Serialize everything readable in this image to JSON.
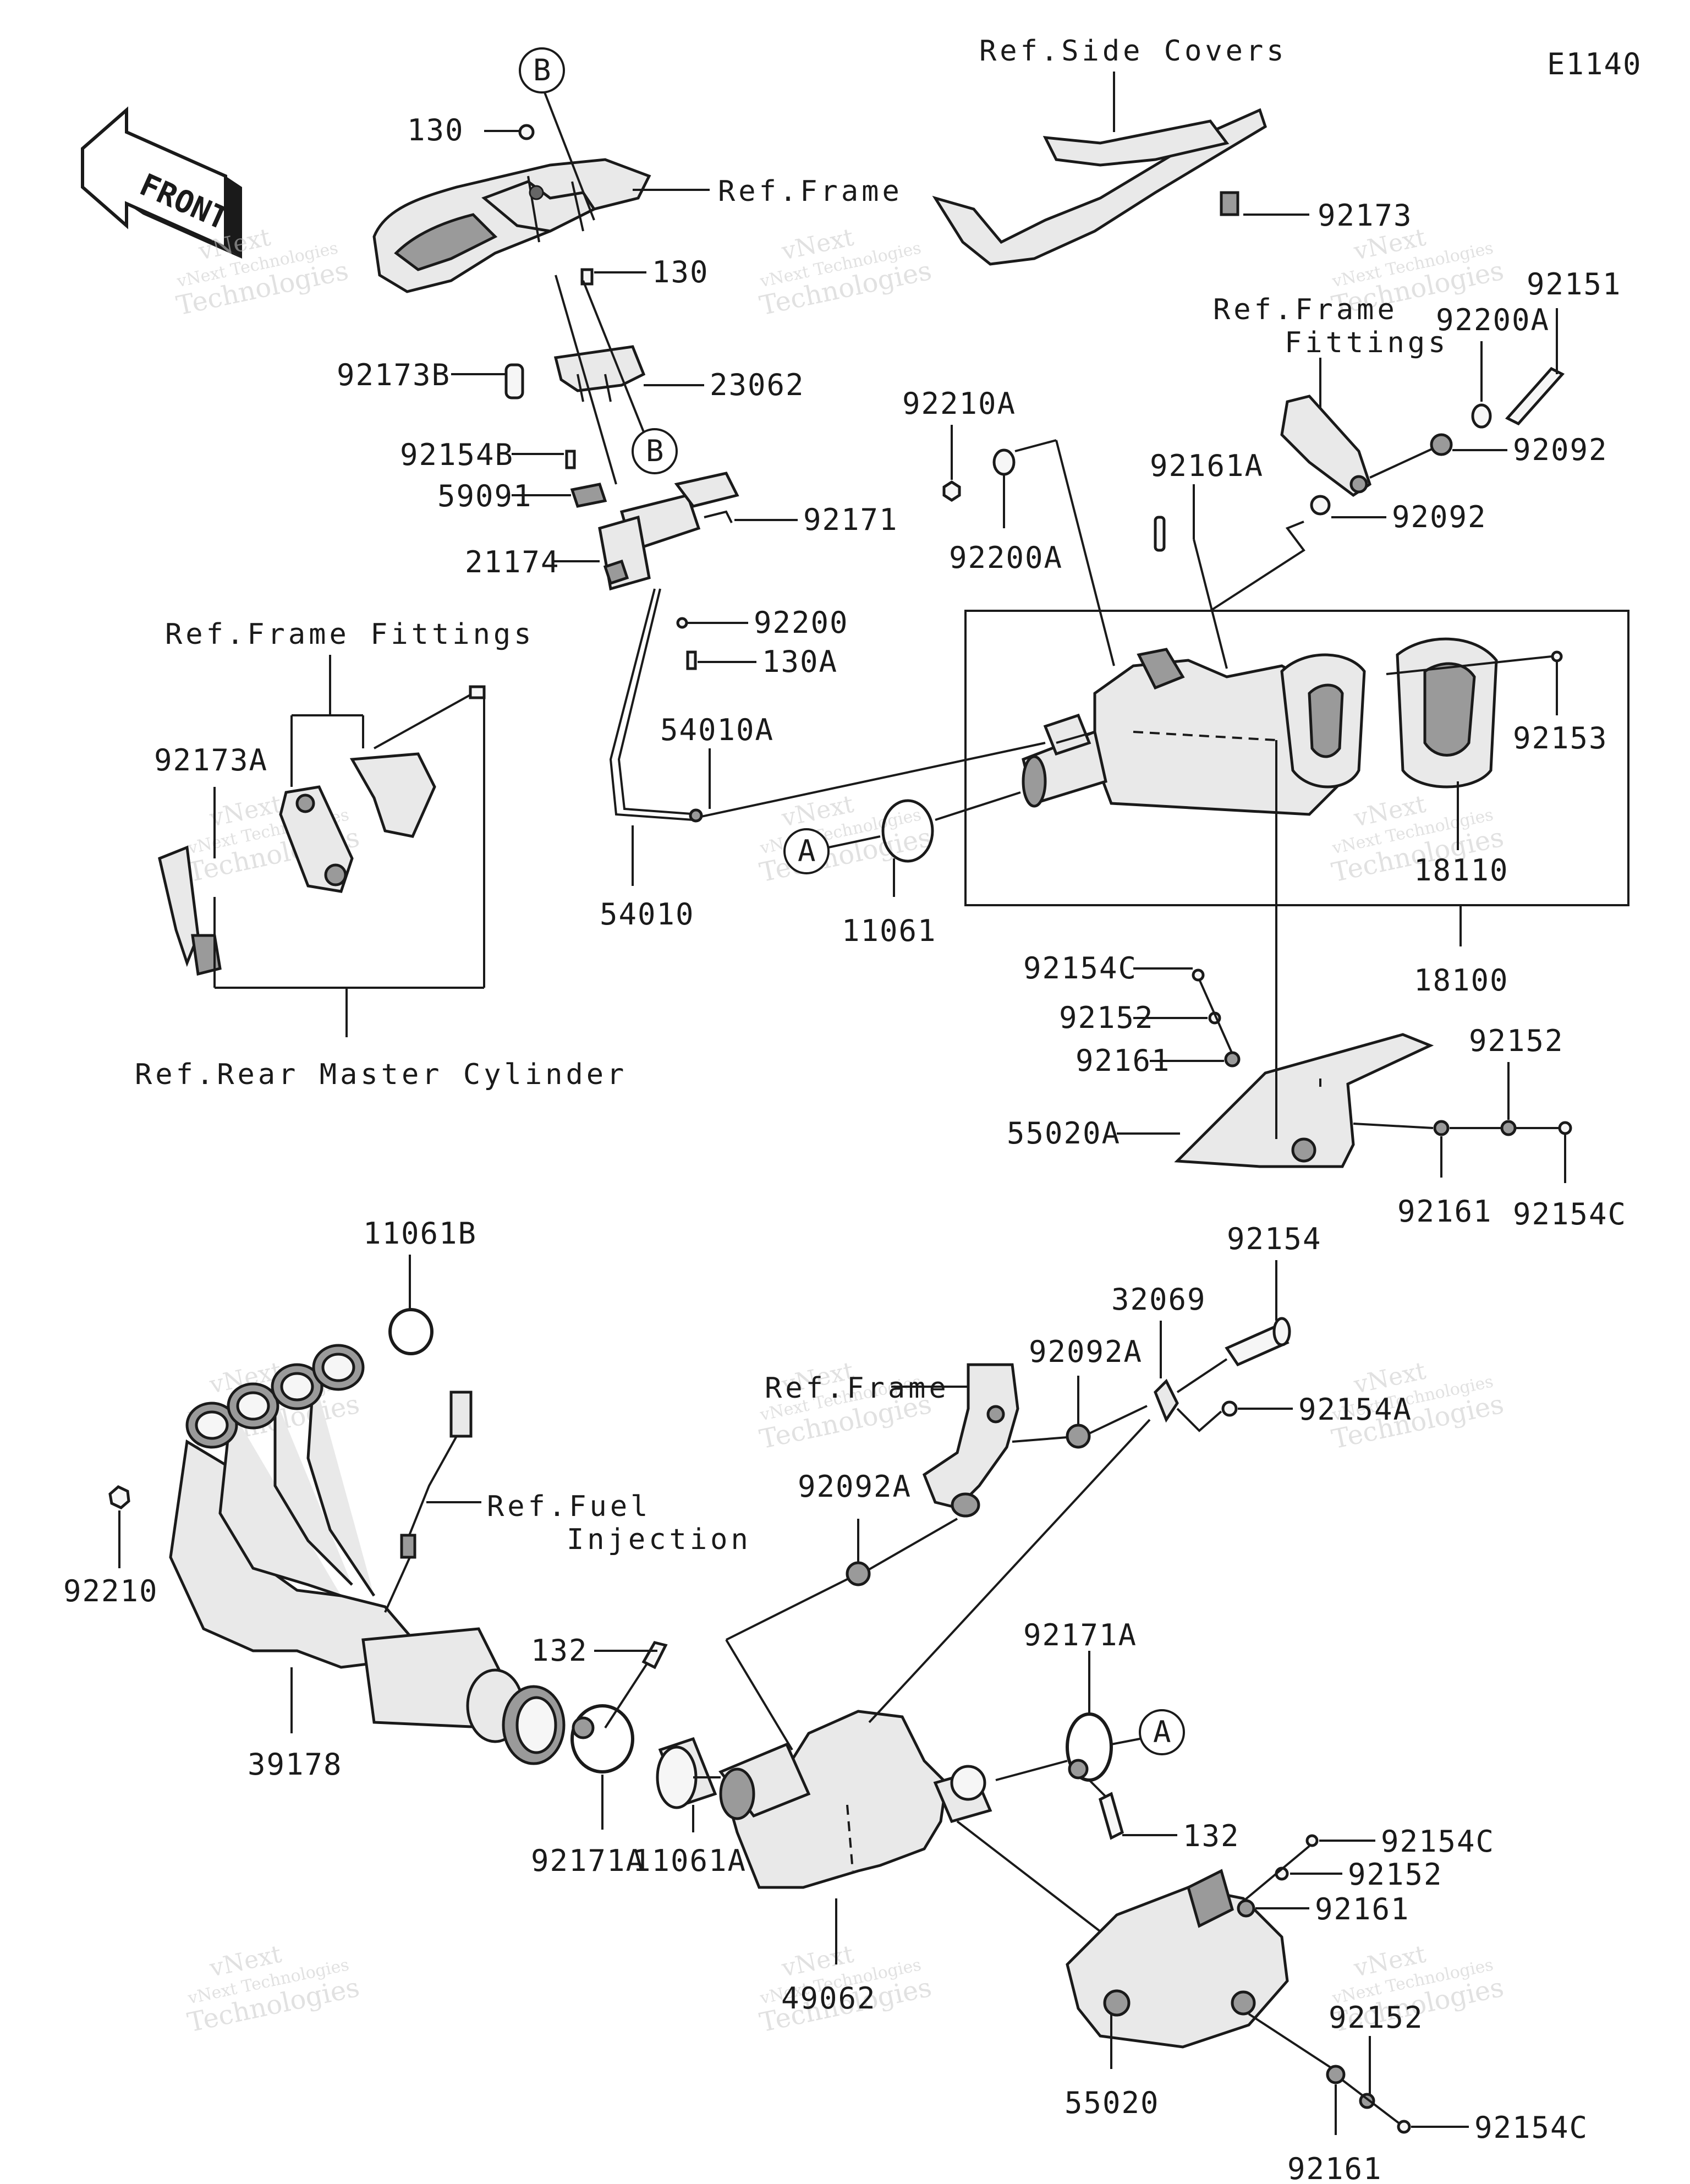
{
  "diagram_code": "E1140",
  "front_label": "FRONT",
  "refs": {
    "side_covers": "Ref.Side Covers",
    "frame": "Ref.Frame",
    "frame_fittings_right": [
      "Ref.Frame",
      "Fittings"
    ],
    "frame_fittings_left": "Ref.Frame Fittings",
    "rear_master_cylinder": "Ref.Rear Master Cylinder",
    "frame_lower": "Ref.Frame",
    "fuel_injection": [
      "Ref.Fuel",
      "Injection"
    ]
  },
  "callouts": {
    "B": "B",
    "A": "A"
  },
  "parts": {
    "p130_top": "130",
    "p130_mid": "130",
    "p92173_top": "92173",
    "p92173B": "92173B",
    "p23062": "23062",
    "p92154B": "92154B",
    "p59091": "59091",
    "p92171": "92171",
    "p21174": "21174",
    "p92200": "92200",
    "p130A": "130A",
    "p54010A": "54010A",
    "p54010": "54010",
    "p11061": "11061",
    "p92173A": "92173A",
    "p92210A": "92210A",
    "p92200A_left": "92200A",
    "p92161A": "92161A",
    "p92200A_right": "92200A",
    "p92151": "92151",
    "p92092_top": "92092",
    "p92092_mid": "92092",
    "p92153": "92153",
    "p18110": "18110",
    "p18100": "18100",
    "p92154C_a": "92154C",
    "p92152_a": "92152",
    "p92161_a": "92161",
    "p55020A": "55020A",
    "p92152_b": "92152",
    "p92161_b": "92161",
    "p92154C_b": "92154C",
    "p11061B": "11061B",
    "p92154": "92154",
    "p32069": "32069",
    "p92092A_top": "92092A",
    "p92154A": "92154A",
    "p92092A_mid": "92092A",
    "p92210": "92210",
    "p132_left": "132",
    "p39178": "39178",
    "p92171A_left": "92171A",
    "p11061A": "11061A",
    "p92171A_right": "92171A",
    "p132_right": "132",
    "p92154C_c": "92154C",
    "p92152_c": "92152",
    "p92161_c": "92161",
    "p49062": "49062",
    "p55020": "55020",
    "p92152_d": "92152",
    "p92154C_d": "92154C",
    "p92161_d": "92161"
  },
  "watermark": {
    "line1": "vNext",
    "line2": "vNext Technologies",
    "line3": "Technologies"
  }
}
